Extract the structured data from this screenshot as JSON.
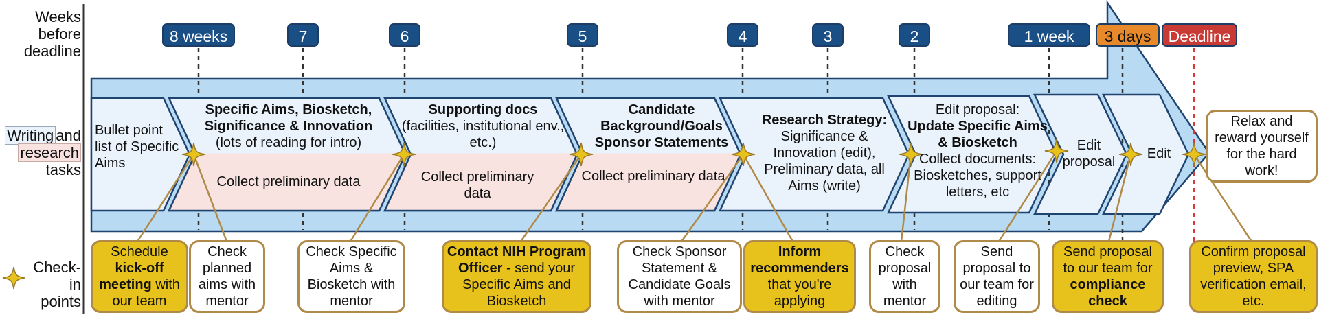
{
  "row_labels": {
    "weeks": "Weeks before deadline",
    "tasks_writing": "Writing",
    "tasks_and": "and",
    "tasks_research": "research",
    "tasks_tasks": "tasks",
    "checkin_1": "Check-in",
    "checkin_2": "points"
  },
  "timeline": [
    {
      "label": "8 weeks",
      "kind": "week"
    },
    {
      "label": "7",
      "kind": "week"
    },
    {
      "label": "6",
      "kind": "week"
    },
    {
      "label": "5",
      "kind": "week"
    },
    {
      "label": "4",
      "kind": "week"
    },
    {
      "label": "3",
      "kind": "week"
    },
    {
      "label": "2",
      "kind": "week"
    },
    {
      "label": "1 week",
      "kind": "week"
    },
    {
      "label": "3 days",
      "kind": "days"
    },
    {
      "label": "Deadline",
      "kind": "deadline"
    }
  ],
  "colors": {
    "week_chip": "#1a4f86",
    "days_chip": "#e8892a",
    "deadline_chip": "#c93a34",
    "arrow_fill": "#b8daf2",
    "arrow_stroke": "#1f4470",
    "writing_fill": "#eaf2fb",
    "research_fill": "#f8e3e0",
    "star": "#e8c21c",
    "connector": "#b08a48"
  },
  "tasks": {
    "t1": "Bullet point list of Specific Aims",
    "t2_bold": "Specific Aims, Biosketch, Significance & Innovation",
    "t2_rest": "(lots of reading for intro)",
    "t2_research": "Collect preliminary data",
    "t3_bold": "Supporting docs",
    "t3_rest": "(facilities, institutional env., etc.)",
    "t3_research": "Collect preliminary data",
    "t4_bold": "Candidate Background/Goals Sponsor Statements",
    "t4_research": "Collect preliminary data",
    "t5_bold": "Research Strategy:",
    "t5_rest": "Significance & Innovation (edit), Preliminary data, all Aims (write)",
    "t6_pre": "Edit proposal:",
    "t6_bold": "Update Specific Aims & Biosketch",
    "t6_rest": "Collect documents: Biosketches, support letters, etc",
    "t7": "Edit proposal",
    "t8": "Edit"
  },
  "relax": "Relax and reward yourself for the hard work!",
  "checkins": [
    {
      "pre": "Schedule ",
      "bold": "kick-off meeting",
      "post": " with our team",
      "highlight": true
    },
    {
      "pre": "Check planned aims with mentor",
      "bold": "",
      "post": "",
      "highlight": false
    },
    {
      "pre": "Check Specific Aims & Biosketch with mentor",
      "bold": "",
      "post": "",
      "highlight": false
    },
    {
      "pre": "",
      "bold": "Contact NIH Program Officer",
      "post": " - send your Specific Aims and Biosketch",
      "highlight": true
    },
    {
      "pre": "Check Sponsor Statement & Candidate Goals with mentor",
      "bold": "",
      "post": "",
      "highlight": false
    },
    {
      "pre": "",
      "bold": "Inform recommenders",
      "post": " that you're applying",
      "highlight": true
    },
    {
      "pre": "Check proposal with mentor",
      "bold": "",
      "post": "",
      "highlight": false
    },
    {
      "pre": "Send proposal to our team for editing",
      "bold": "",
      "post": "",
      "highlight": false
    },
    {
      "pre": "Send proposal to our team for ",
      "bold": "compliance check",
      "post": "",
      "highlight": true
    },
    {
      "pre": "Confirm proposal preview, SPA verification email, etc.",
      "bold": "",
      "post": "",
      "highlight": true
    }
  ]
}
